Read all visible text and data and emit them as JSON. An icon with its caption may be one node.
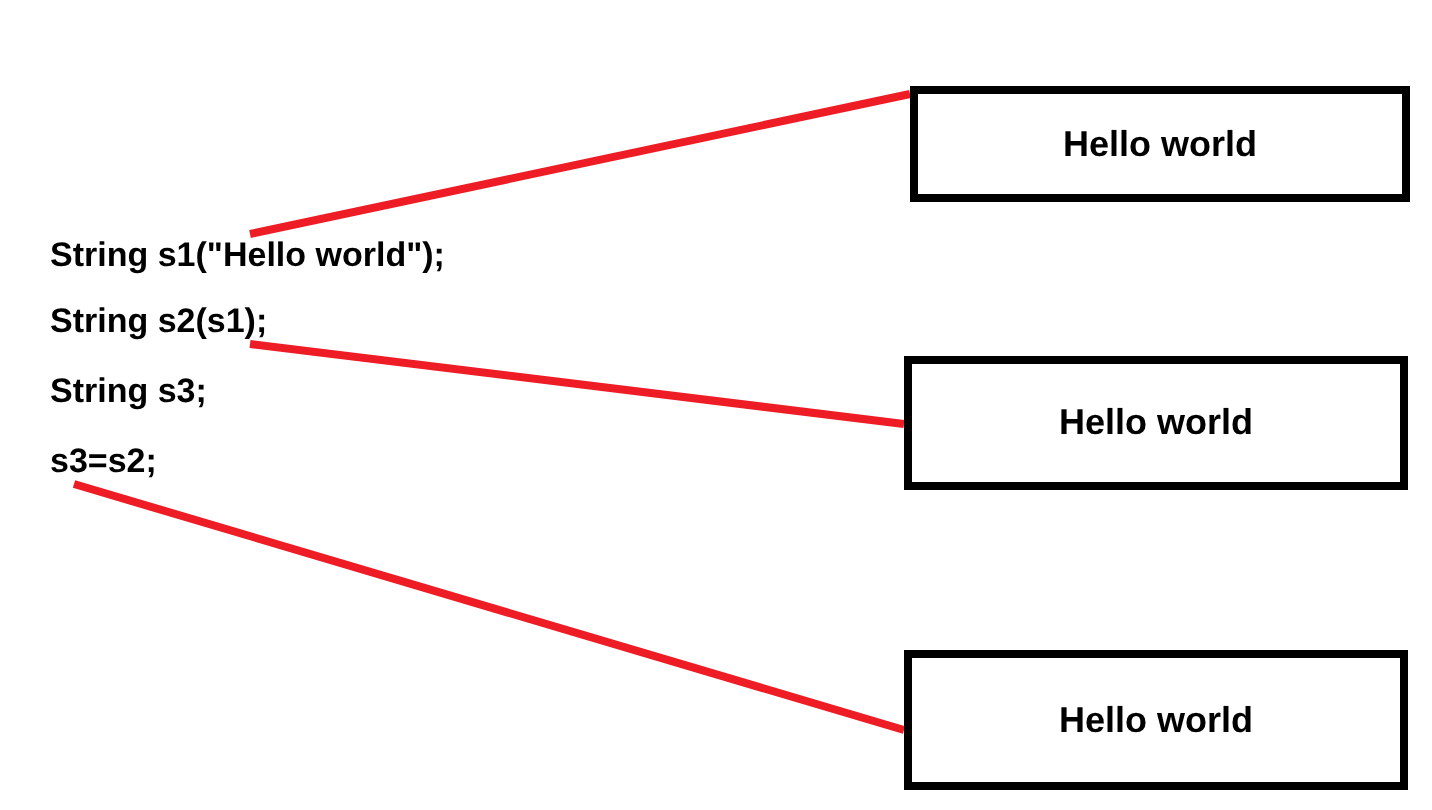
{
  "diagram": {
    "nodes": [
      {
        "text": [
          "Hello world"
        ]
      },
      {
        "text": [
          "String s1(\"Hello world\");"
        ]
      },
      {
        "text": [
          "String s2(s1);"
        ]
      },
      {
        "text": [
          "Hello world"
        ]
      },
      {
        "text": [
          "s3=s2;"
        ]
      },
      {
        "text": [
          "Hello world"
        ]
      }
    ],
    "edges": [
      {
        "from": 1,
        "to": 0,
        "arrow": "none"
      },
      {
        "from": 2,
        "to": 3,
        "arrow": "none"
      },
      {
        "from": 4,
        "to": 5,
        "arrow": "none"
      }
    ],
    "labels": [
      "String s3;"
    ]
  }
}
